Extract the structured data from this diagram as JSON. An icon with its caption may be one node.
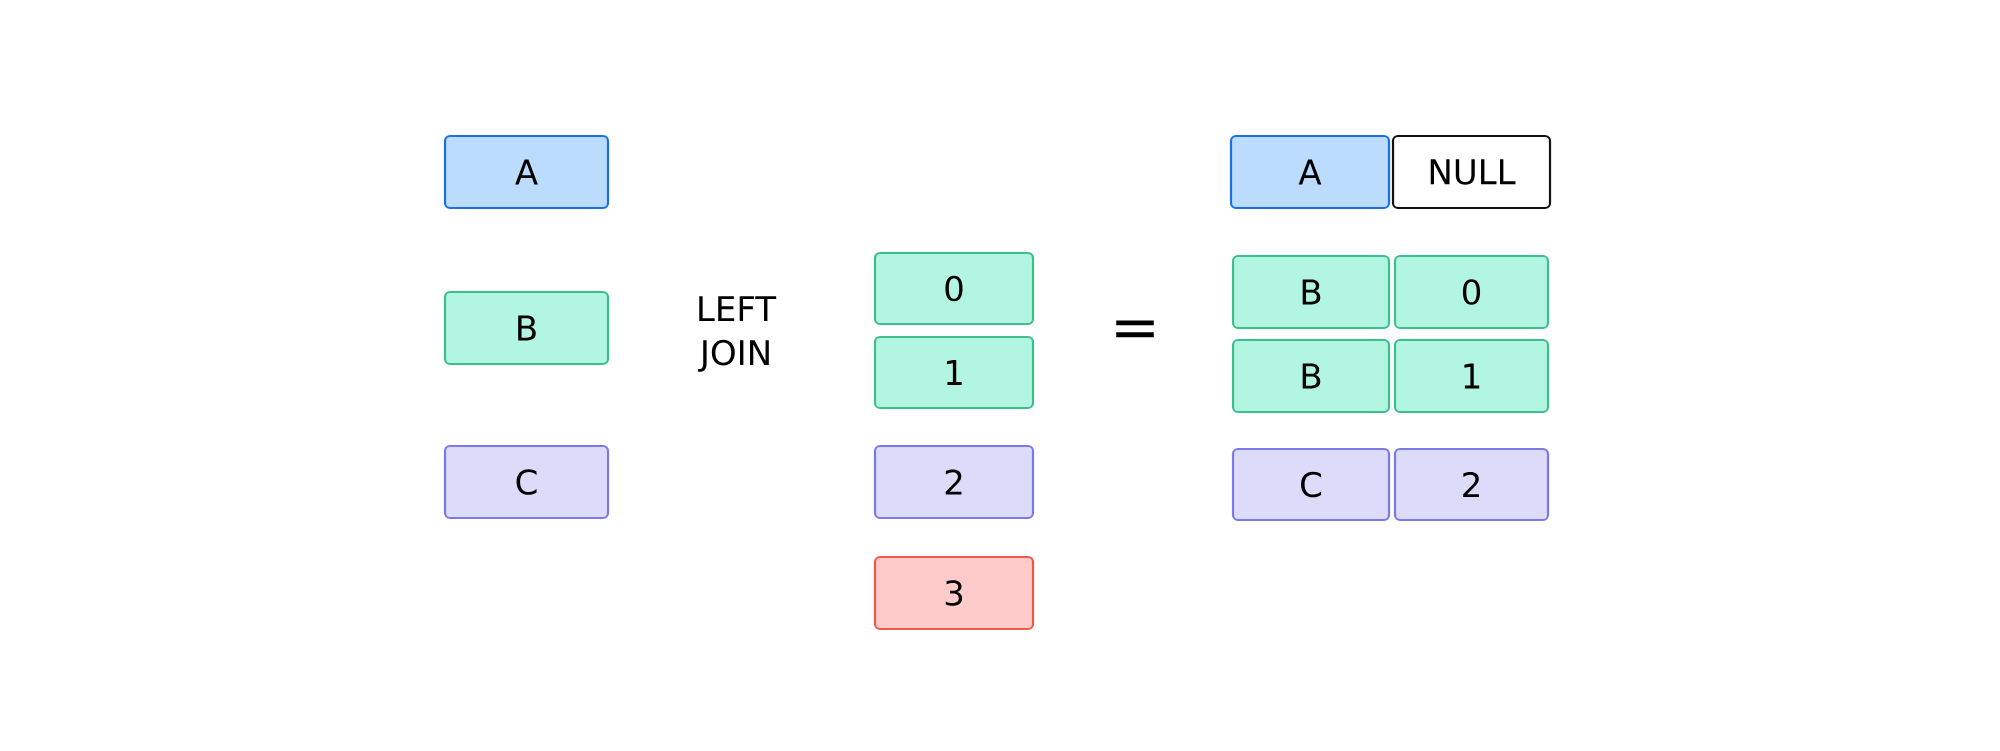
{
  "diagram": {
    "nodes": [
      {
        "text": [
          "A"
        ]
      },
      {
        "text": [
          "B"
        ]
      },
      {
        "text": [
          "C"
        ]
      },
      {
        "text": [
          "0"
        ]
      },
      {
        "text": [
          "1"
        ]
      },
      {
        "text": [
          "2"
        ]
      },
      {
        "text": [
          "3"
        ]
      },
      {
        "text": [
          "A"
        ]
      },
      {
        "text": [
          "NULL"
        ]
      },
      {
        "text": [
          "B"
        ]
      },
      {
        "text": [
          "0"
        ]
      },
      {
        "text": [
          "B"
        ]
      },
      {
        "text": [
          "1"
        ]
      },
      {
        "text": [
          "C"
        ]
      },
      {
        "text": [
          "2"
        ]
      }
    ],
    "labels": [
      "LEFT JOIN",
      "="
    ]
  }
}
